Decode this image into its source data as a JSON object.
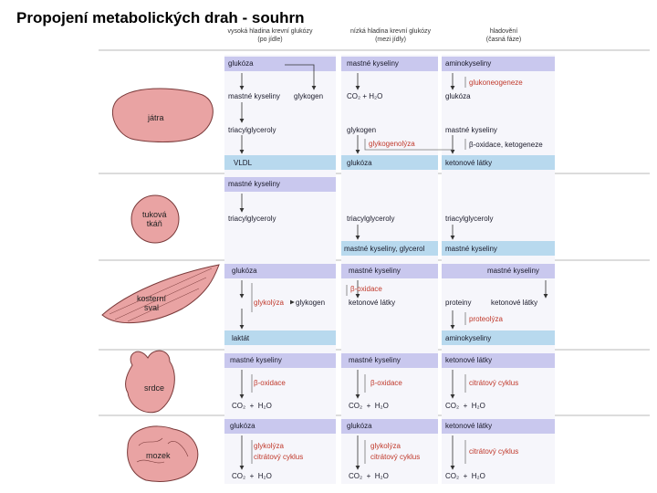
{
  "title": "Propojení metabolických drah - souhrn",
  "columns": [
    {
      "line1": "vysoká hladina krevní glukózy",
      "line2": "(po jídle)"
    },
    {
      "line1": "nízká hladina krevní glukózy",
      "line2": "(mezi jídly)"
    },
    {
      "line1": "hladovění",
      "line2": "(časná fáze)"
    }
  ],
  "organs": {
    "liver": "játra",
    "adipose": [
      "tuková",
      "tkáň"
    ],
    "muscle": [
      "kosterní",
      "sval"
    ],
    "heart": "srdce",
    "brain": "mozek"
  },
  "liver": {
    "c1": {
      "glucose": "glukóza",
      "fa": "mastné kyseliny",
      "glycogen": "glykogen",
      "tag": "triacylglyceroly",
      "out": "VLDL"
    },
    "c2": {
      "fa": "mastné kyseliny",
      "co2": "CO₂",
      "plus": "+",
      "h2o": "H₂O",
      "glycogen": "glykogen",
      "glycogenolysis": "glykogenolýza",
      "out": "glukóza"
    },
    "c3": {
      "aa": "aminokyseliny",
      "gng": "glukoneogeneze",
      "glucose": "glukóza",
      "fa": "mastné kyseliny",
      "box": "β-oxidace, ketogeneze",
      "out": "ketonové látky"
    }
  },
  "adipose": {
    "c1": {
      "in": "mastné kyseliny",
      "tag": "triacylglyceroly"
    },
    "c2": {
      "tag": "triacylglyceroly",
      "out": "mastné kyseliny, glycerol"
    },
    "c3": {
      "tag": "triacylglyceroly",
      "out": "mastné kyseliny"
    }
  },
  "muscle": {
    "c1": {
      "in": "glukóza",
      "glycolysis": "glykolýza",
      "glycogen": "glykogen",
      "out": "laktát"
    },
    "c2": {
      "in": "mastné kyseliny",
      "box": "β-oxidace",
      "out": "ketonové látky"
    },
    "c3": {
      "in": "mastné kyseliny",
      "protein": "proteiny",
      "ket": "ketonové látky",
      "proteolysis": "proteolýza",
      "out": "aminokyseliny"
    }
  },
  "heart": {
    "c1": {
      "in": "mastné kyseliny",
      "box": "β-oxidace",
      "co2": "CO₂",
      "plus": "+",
      "h2o": "H₂O"
    },
    "c2": {
      "in": "mastné kyseliny",
      "box": "β-oxidace",
      "co2": "CO₂",
      "plus": "+",
      "h2o": "H₂O"
    },
    "c3": {
      "in": "ketonové látky",
      "box": "citrátový cyklus",
      "co2": "CO₂",
      "plus": "+",
      "h2o": "H₂O"
    }
  },
  "brain": {
    "c1": {
      "in": "glukóza",
      "box1": "glykolýza",
      "box2": "citrátový cyklus",
      "co2": "CO₂",
      "plus": "+",
      "h2o": "H₂O"
    },
    "c2": {
      "in": "glukóza",
      "box1": "glykolýza",
      "box2": "citrátový cyklus",
      "co2": "CO₂",
      "plus": "+",
      "h2o": "H₂O"
    },
    "c3": {
      "in": "ketonové látky",
      "box": "citrátový cyklus",
      "co2": "CO₂",
      "plus": "+",
      "h2o": "H₂O"
    }
  },
  "colors": {
    "band_violet": "#c9c8ee",
    "band_blue": "#b8d9ee",
    "organ": "#e9a3a3",
    "organ_stroke": "#7a3a3a",
    "red_text": "#c0392b"
  }
}
